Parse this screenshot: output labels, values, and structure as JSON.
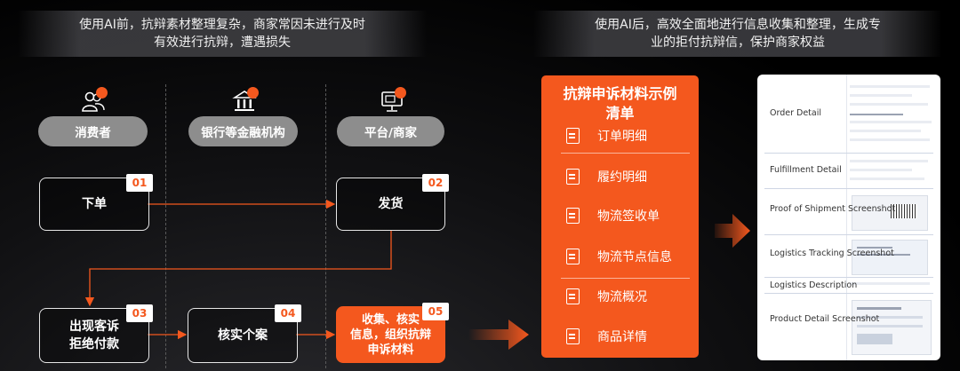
{
  "banner_left": {
    "line1": "使用AI前，抗辩素材整理复杂，商家常因未进行及时",
    "line2": "有效进行抗辩，遭遇损失"
  },
  "banner_right": {
    "line1": "使用AI后，高效全面地进行信息收集和整理，生成专",
    "line2": "业的拒付抗辩信，保护商家权益"
  },
  "actors": [
    {
      "label": "消费者",
      "icon": "users-icon"
    },
    {
      "label": "银行等金融机构",
      "icon": "bank-icon"
    },
    {
      "label": "平台/商家",
      "icon": "monitor-icon"
    }
  ],
  "steps": [
    {
      "num": "01",
      "label": "下单"
    },
    {
      "num": "02",
      "label": "发货"
    },
    {
      "num": "03",
      "label_line1": "出现客诉",
      "label_line2": "拒绝付款"
    },
    {
      "num": "04",
      "label": "核实个案"
    },
    {
      "num": "05",
      "label_line1": "收集、核实",
      "label_line2": "信息，组织抗辩",
      "label_line3": "申诉材料"
    }
  ],
  "checklist": {
    "title_line1": "抗辩申诉材料示例",
    "title_line2": "清单",
    "items": [
      "订单明细",
      "履约明细",
      "物流签收单",
      "物流节点信息",
      "物流概况",
      "商品详情"
    ]
  },
  "document": {
    "sections": [
      "Order Detail",
      "Fulfillment Detail",
      "Proof of Shipment Screenshot",
      "Logistics Tracking Screenshot",
      "Logistics Description",
      "Product Detail Screenshot"
    ]
  },
  "colors": {
    "accent": "#f4581e",
    "pill": "#8d8d8d"
  }
}
